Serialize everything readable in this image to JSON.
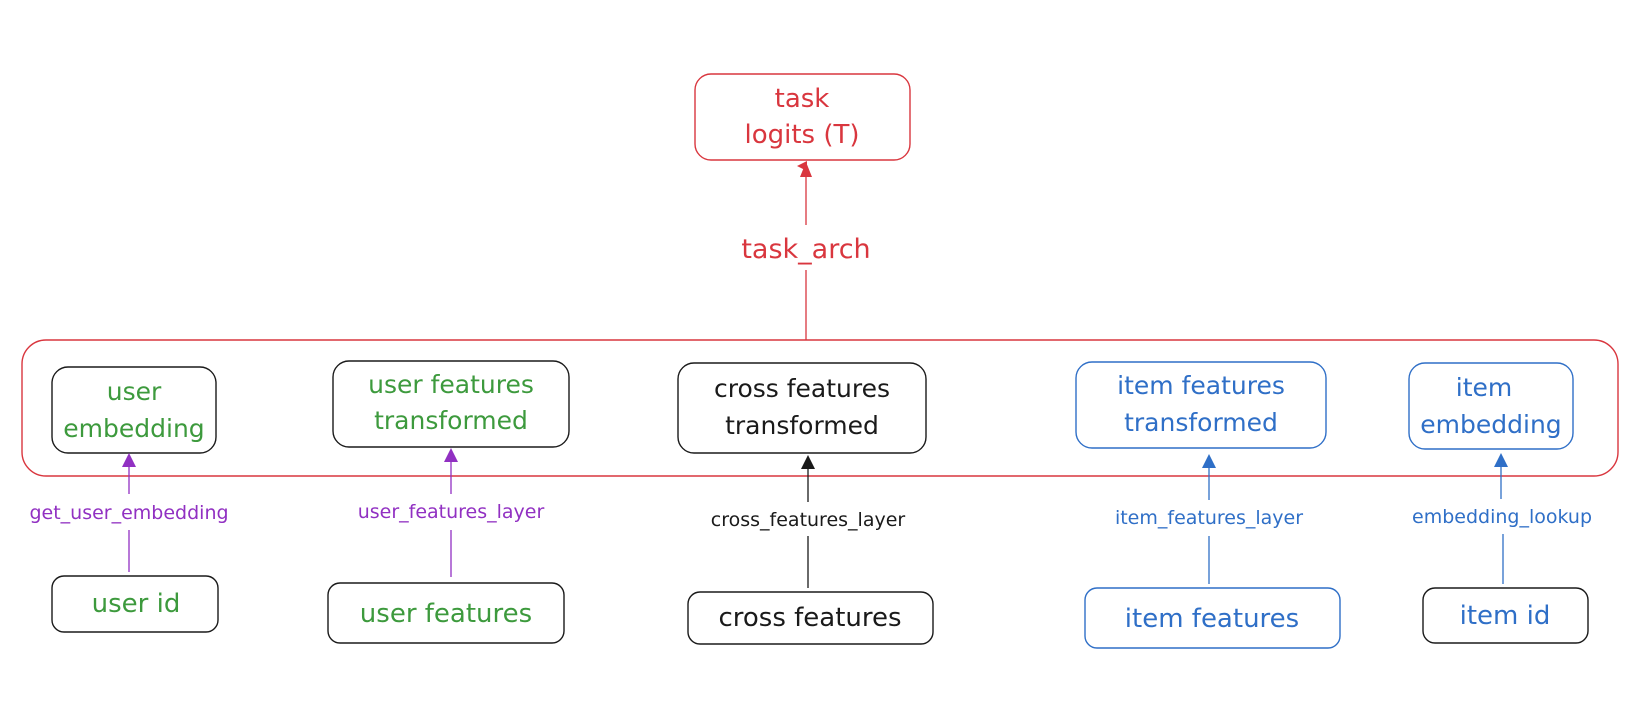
{
  "colors": {
    "red": "#d9363e",
    "green": "#3d9a3d",
    "purple": "#9130c2",
    "black": "#1a1a1a",
    "blue": "#2f6fc7"
  },
  "task": {
    "line1": "task",
    "line2": "logits (T)"
  },
  "task_arch_label": "task_arch",
  "outputs": [
    {
      "line1": "user",
      "line2": "embedding"
    },
    {
      "line1": "user features",
      "line2": "transformed"
    },
    {
      "line1": "cross features",
      "line2": "transformed"
    },
    {
      "line1": "item features",
      "line2": "transformed"
    },
    {
      "line1": "item",
      "line2": "embedding"
    }
  ],
  "layers": [
    "get_user_embedding",
    "user_features_layer",
    "cross_features_layer",
    "item_features_layer",
    "embedding_lookup"
  ],
  "inputs": [
    "user id",
    "user features",
    "cross features",
    "item features",
    "item id"
  ]
}
